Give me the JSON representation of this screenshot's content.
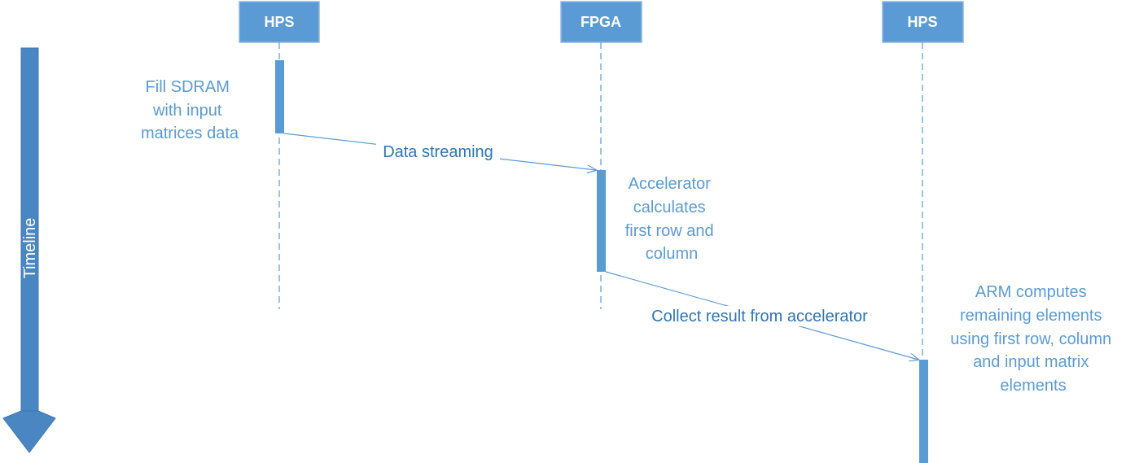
{
  "lifelines": [
    {
      "title": "HPS"
    },
    {
      "title": "FPGA"
    },
    {
      "title": "HPS"
    }
  ],
  "notes": {
    "hps_fill": [
      "Fill SDRAM",
      "with input",
      "matrices data"
    ],
    "fpga_calc": [
      "Accelerator",
      "calculates",
      "first row and",
      "column"
    ],
    "arm_compute": [
      "ARM computes",
      "remaining elements",
      "using first row, column",
      "and input matrix",
      "elements"
    ]
  },
  "messages": {
    "data_streaming": "Data streaming",
    "collect_result": "Collect result from accelerator"
  },
  "timeline": {
    "label": "Timeline"
  },
  "colors": {
    "lane_box": "#5b9bd5",
    "lane_box_border": "#8fb5e2",
    "activation_bar": "#5b9bd5",
    "lifeline_dash": "#5b9bd5",
    "arrow": "#5b9bd5",
    "note_text": "#5b9bd5",
    "timeline_arrow": "#4a86c1"
  }
}
